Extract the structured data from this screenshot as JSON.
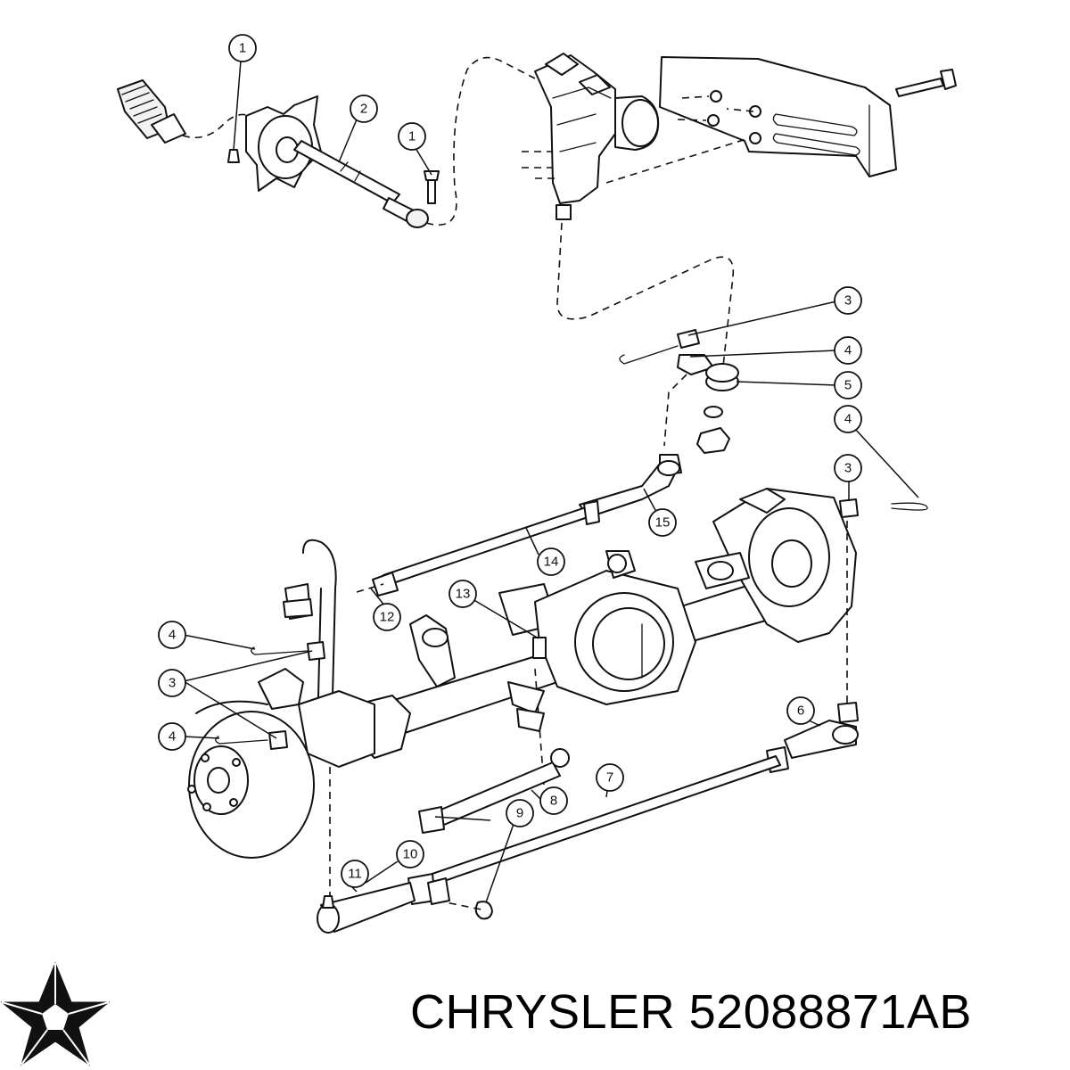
{
  "brand": {
    "name": "CHRYSLER",
    "part_number": "52088871AB"
  },
  "callouts": [
    {
      "id": "c1a",
      "label": "1"
    },
    {
      "id": "c1b",
      "label": "1"
    },
    {
      "id": "c2",
      "label": "2"
    },
    {
      "id": "c3a",
      "label": "3"
    },
    {
      "id": "c4a",
      "label": "4"
    },
    {
      "id": "c5",
      "label": "5"
    },
    {
      "id": "c4b",
      "label": "4"
    },
    {
      "id": "c3b",
      "label": "3"
    },
    {
      "id": "c15",
      "label": "15"
    },
    {
      "id": "c14",
      "label": "14"
    },
    {
      "id": "c12",
      "label": "12"
    },
    {
      "id": "c13",
      "label": "13"
    },
    {
      "id": "c4c",
      "label": "4"
    },
    {
      "id": "c3c",
      "label": "3"
    },
    {
      "id": "c4d",
      "label": "4"
    },
    {
      "id": "c6",
      "label": "6"
    },
    {
      "id": "c7",
      "label": "7"
    },
    {
      "id": "c8",
      "label": "8"
    },
    {
      "id": "c9",
      "label": "9"
    },
    {
      "id": "c10",
      "label": "10"
    },
    {
      "id": "c11",
      "label": "11"
    }
  ],
  "icons": {
    "logo": "chrysler-pentastar-icon"
  }
}
